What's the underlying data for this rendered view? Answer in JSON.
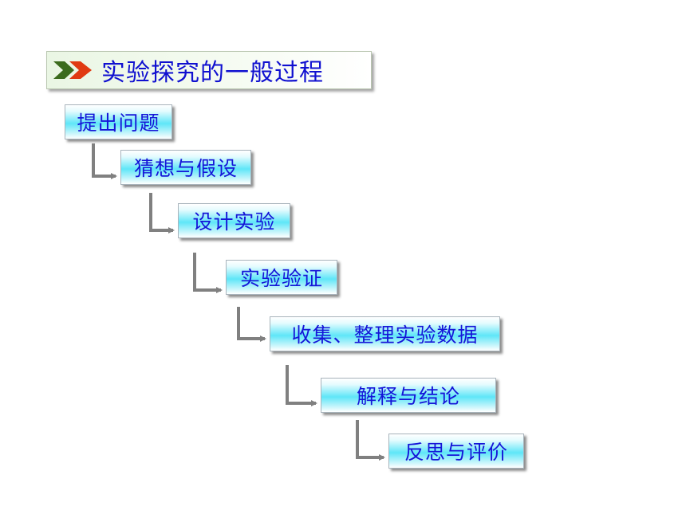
{
  "title": {
    "text": "实验探究的一般过程",
    "icon": "double-chevron-right-icon",
    "icon_colors": [
      "#3c6b1e",
      "#e03a12"
    ]
  },
  "steps": [
    {
      "label": "提出问题"
    },
    {
      "label": "猜想与假设"
    },
    {
      "label": "设计实验"
    },
    {
      "label": "实验验证"
    },
    {
      "label": "收集、整理实验数据"
    },
    {
      "label": "解释与结论"
    },
    {
      "label": "反思与评价"
    }
  ],
  "colors": {
    "text": "#1515d8",
    "box_fill": "#5fe6f8",
    "connector": "#808080"
  }
}
